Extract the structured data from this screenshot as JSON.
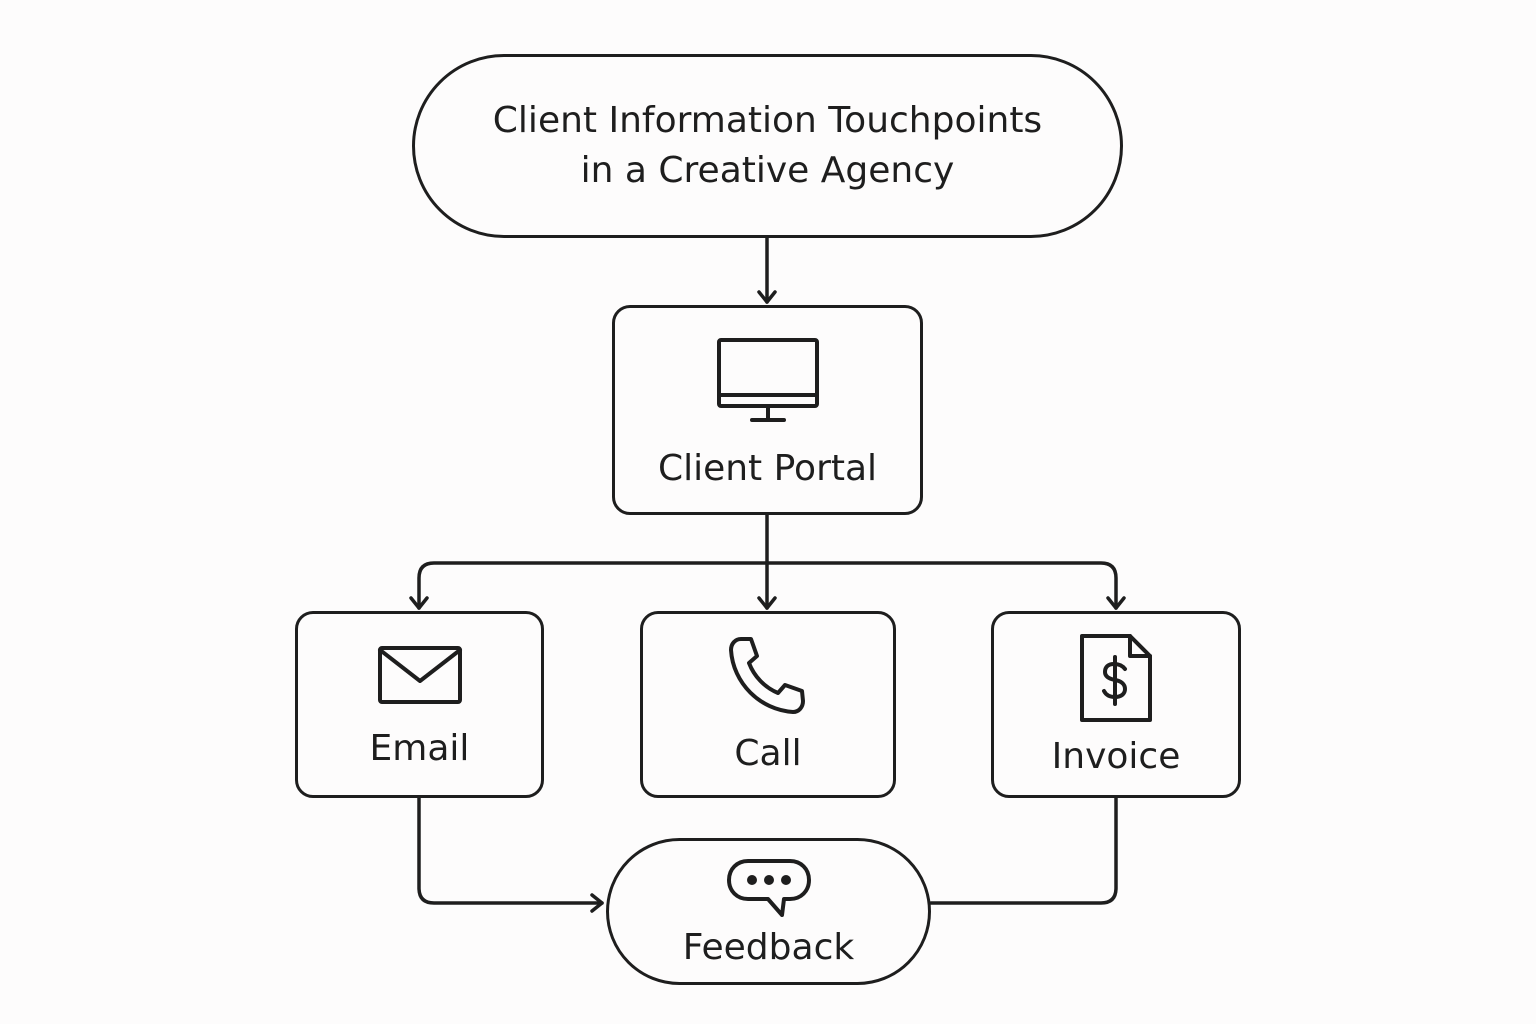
{
  "title": {
    "line1": "Client Information Touchpoints",
    "line2": "in a Creative Agency"
  },
  "nodes": {
    "portal": {
      "label": "Client Portal",
      "icon": "monitor-icon"
    },
    "email": {
      "label": "Email",
      "icon": "envelope-icon"
    },
    "call": {
      "label": "Call",
      "icon": "phone-icon"
    },
    "invoice": {
      "label": "Invoice",
      "icon": "invoice-dollar-icon"
    },
    "feedback": {
      "label": "Feedback",
      "icon": "chat-bubble-icon"
    }
  },
  "colors": {
    "stroke": "#1e1e1e",
    "background": "#fdfcfc"
  }
}
